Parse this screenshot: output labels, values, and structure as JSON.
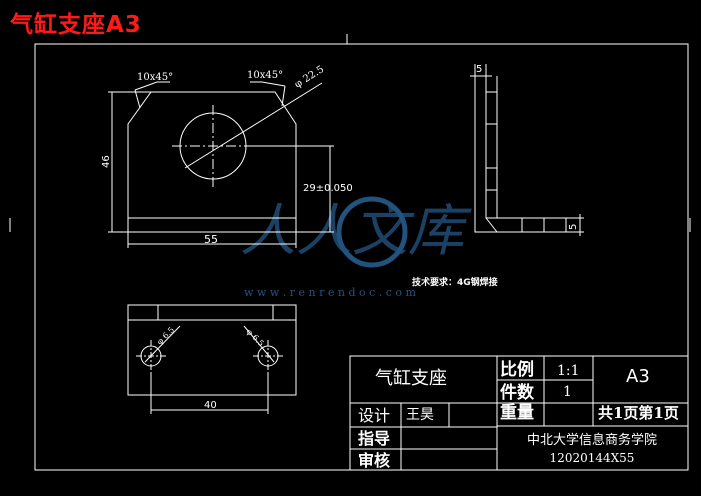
{
  "page_title": "气缸支座A3",
  "watermark": {
    "text_cn": "人人文库",
    "url": "w w w . r e n r e n d o c . c o m"
  },
  "front_view": {
    "chamfer_left": "10x45°",
    "chamfer_right": "10x45°",
    "hole_diameter": "φ 22.5",
    "height": "46",
    "width": "55",
    "hole_center_height": "29±0.050"
  },
  "side_view": {
    "top_thickness": "5",
    "bottom_thickness": "5"
  },
  "tech_requirement": "技术要求：4G钢焊接",
  "bottom_view": {
    "hole_left": "φ 6.5",
    "hole_right": "φ 6.5",
    "spacing": "40"
  },
  "title_block": {
    "part_name": "气缸支座",
    "scale_label": "比例",
    "scale_value": "1:1",
    "sheet_size": "A3",
    "qty_label": "件数",
    "qty_value": "1",
    "designer_label": "设计",
    "designer_name": "王昊",
    "weight_label": "重量",
    "sheet_info": "共1页第1页",
    "checker_label": "指导",
    "reviewer_label": "审核",
    "institution": "中北大学信息商务学院",
    "drawing_no": "12020144X55"
  },
  "colors": {
    "background": "#000000",
    "line": "#ffffff",
    "dim": "#ffffff",
    "title": "#ff1a1a",
    "watermark": "#2d6fa8"
  }
}
